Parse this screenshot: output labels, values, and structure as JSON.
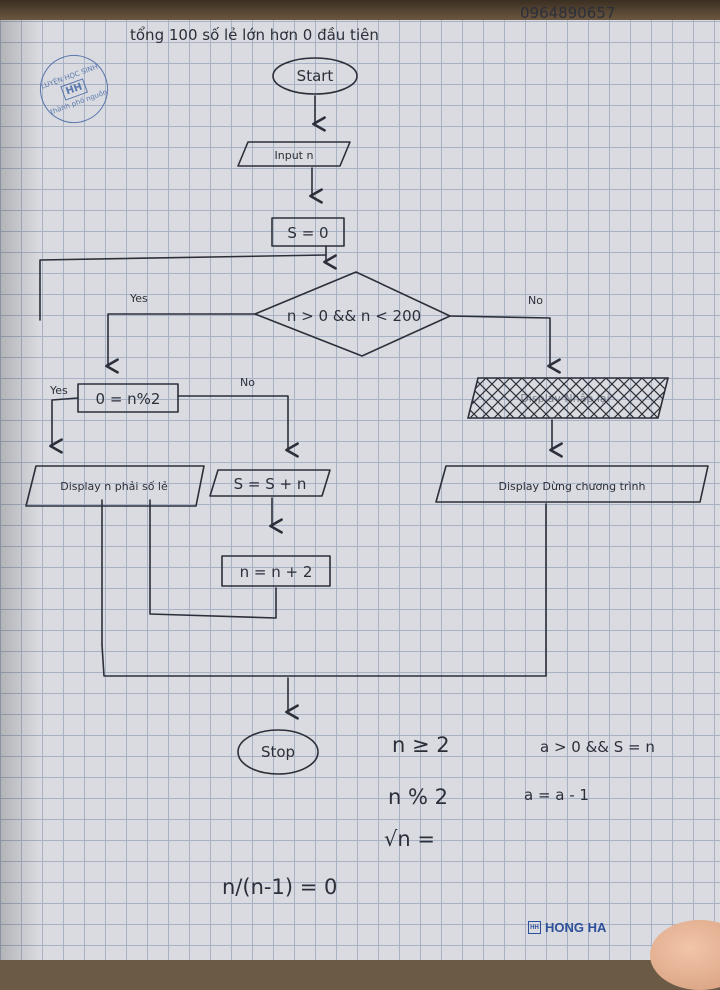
{
  "page": {
    "title": "tổng 100 số lẻ lớn hơn 0 đầu tiên",
    "phone": "0964890657"
  },
  "stamp": {
    "top_text": "LUYỆN HỌC SINH",
    "logo": "HH",
    "bottom_text": "thành phố nguồn"
  },
  "brand": {
    "name": "HONG HA",
    "logo": "HH"
  },
  "flowchart": {
    "start": "Start",
    "input": "Input n",
    "init": "S = 0",
    "condition": "n > 0 && n < 200",
    "yes_label_1": "Yes",
    "no_label_1": "No",
    "crossed_box": "Display Nhập lại",
    "check": "0 = n%2",
    "yes_label_2": "Yes",
    "no_label_2": "No",
    "display_left": "Display n phải số lẻ",
    "sum_step": "S = S + n",
    "increment": "n = n + 2",
    "display_right": "Display Dừng chương trình",
    "stop": "Stop"
  },
  "notes": {
    "line1": "n ≥ 2",
    "line2": "n % 2",
    "line3": "√n =",
    "line4": "n/(n-1) = 0",
    "right1": "a > 0 && S = n",
    "right2": "a = a - 1"
  }
}
